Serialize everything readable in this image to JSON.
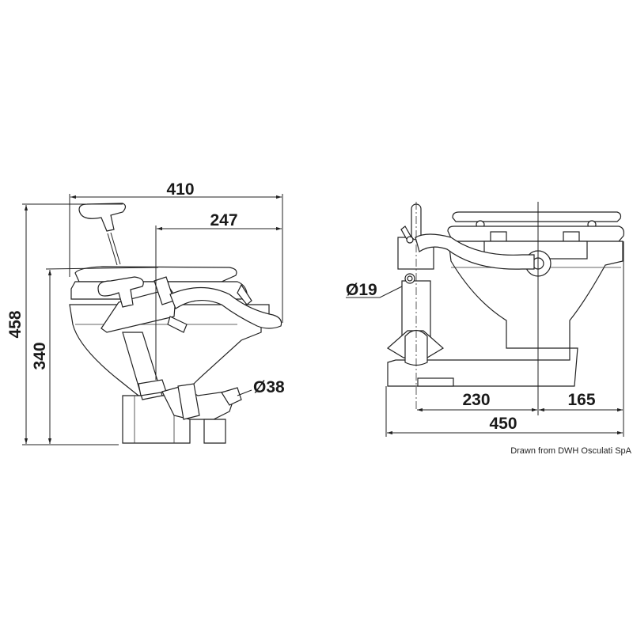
{
  "side_view": {
    "dim_width_total": "410",
    "dim_width_partial": "247",
    "dim_height_total": "458",
    "dim_height_bowl": "340",
    "dim_outlet_diameter": "Ø38"
  },
  "front_view": {
    "dim_inlet_diameter": "Ø19",
    "dim_left": "230",
    "dim_right": "165",
    "dim_total_width": "450"
  },
  "credit": "Drawn from DWH Osculati SpA"
}
